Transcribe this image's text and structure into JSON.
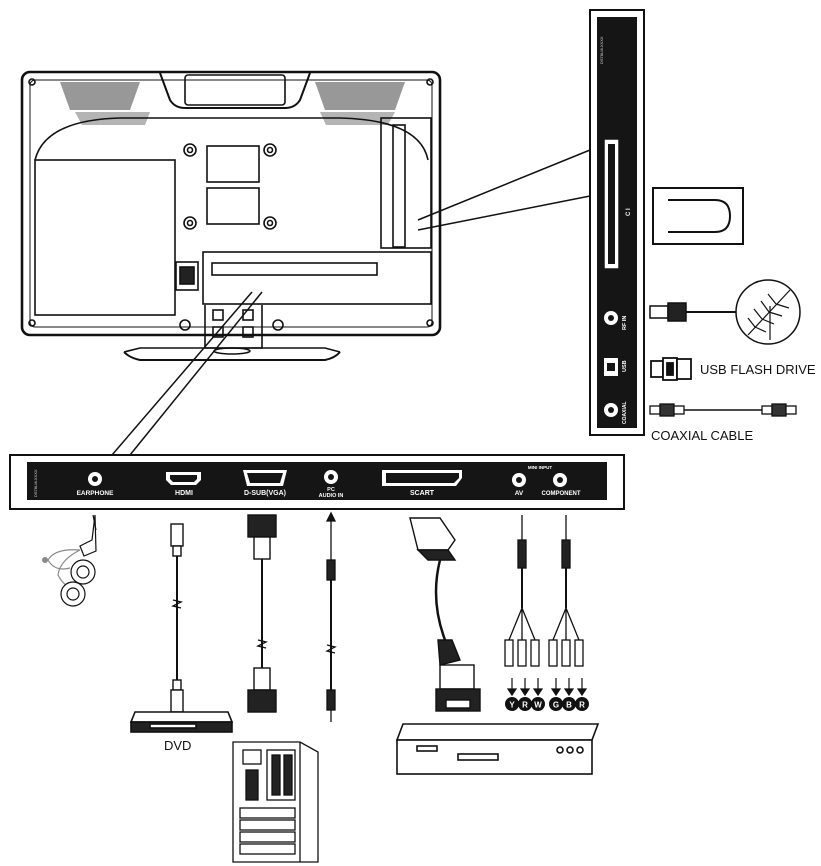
{
  "bottom_panel": {
    "side_code": "DS78LM-XXXX",
    "ports": [
      {
        "key": "earphone",
        "label": "EARPHONE"
      },
      {
        "key": "hdmi",
        "label": "HDMI"
      },
      {
        "key": "dsub",
        "label": "D-SUB(VGA)"
      },
      {
        "key": "pc_audio_1",
        "label": "PC"
      },
      {
        "key": "pc_audio_2",
        "label": "AUDIO IN"
      },
      {
        "key": "scart",
        "label": "SCART"
      },
      {
        "key": "av",
        "label": "AV"
      },
      {
        "key": "component",
        "label": "COMPONENT"
      }
    ],
    "mini_input": "MINI INPUT"
  },
  "side_panel": {
    "top_code": "DS78LM-XXXX",
    "ci": "C I",
    "rf_in": "RF IN",
    "usb": "USB",
    "coaxial": "COAXIAL"
  },
  "devices": {
    "usb_flash_drive": "USB FLASH DRIVE",
    "coaxial_cable": "COAXIAL CABLE",
    "dvd": "DVD"
  },
  "rca_letters": [
    "Y",
    "R",
    "W",
    "G",
    "B",
    "R"
  ],
  "colors": {
    "line": "#111111",
    "fill_dark": "#1a1a1a",
    "background": "#ffffff",
    "grey": "#9a9a9a"
  }
}
